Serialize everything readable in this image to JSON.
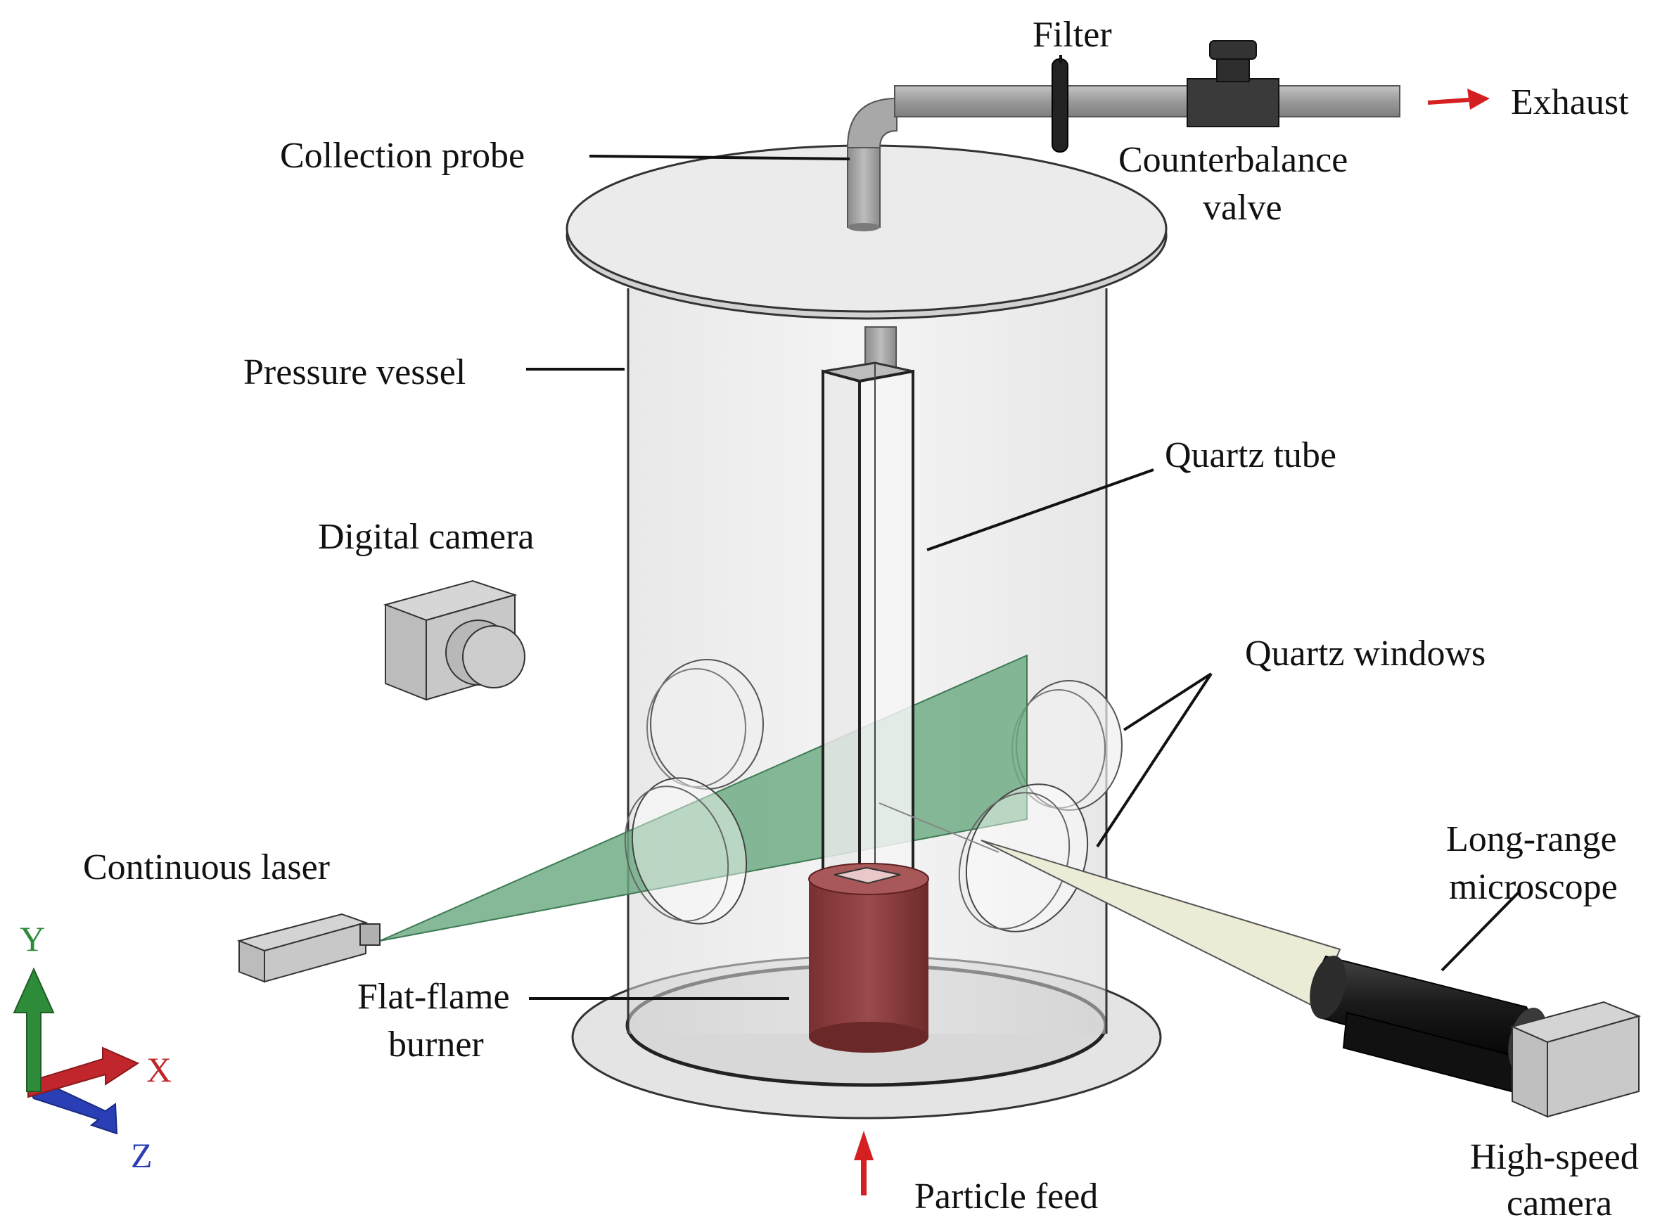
{
  "labels": {
    "filter": "Filter",
    "exhaust": "Exhaust",
    "collection_probe": "Collection probe",
    "counterbalance_valve_line1": "Counterbalance",
    "counterbalance_valve_line2": "valve",
    "pressure_vessel": "Pressure vessel",
    "quartz_tube": "Quartz tube",
    "digital_camera": "Digital camera",
    "quartz_windows": "Quartz windows",
    "long_range_microscope_line1": "Long-range",
    "long_range_microscope_line2": "microscope",
    "continuous_laser": "Continuous laser",
    "flat_flame_burner_line1": "Flat-flame",
    "flat_flame_burner_line2": "burner",
    "high_speed_camera_line1": "High-speed",
    "high_speed_camera_line2": "camera",
    "particle_feed": "Particle feed"
  },
  "axes": {
    "y": "Y",
    "x": "X",
    "z": "Z"
  },
  "colors": {
    "axis_y": "#2e8b3a",
    "axis_x": "#c0262b",
    "axis_z": "#2a3fb5",
    "laser_sheet": "#6aaa80",
    "burner": "#8a3b3b",
    "flow_arrow": "#d42020",
    "microscope": "#111111",
    "light_cone": "#ecebd6"
  }
}
